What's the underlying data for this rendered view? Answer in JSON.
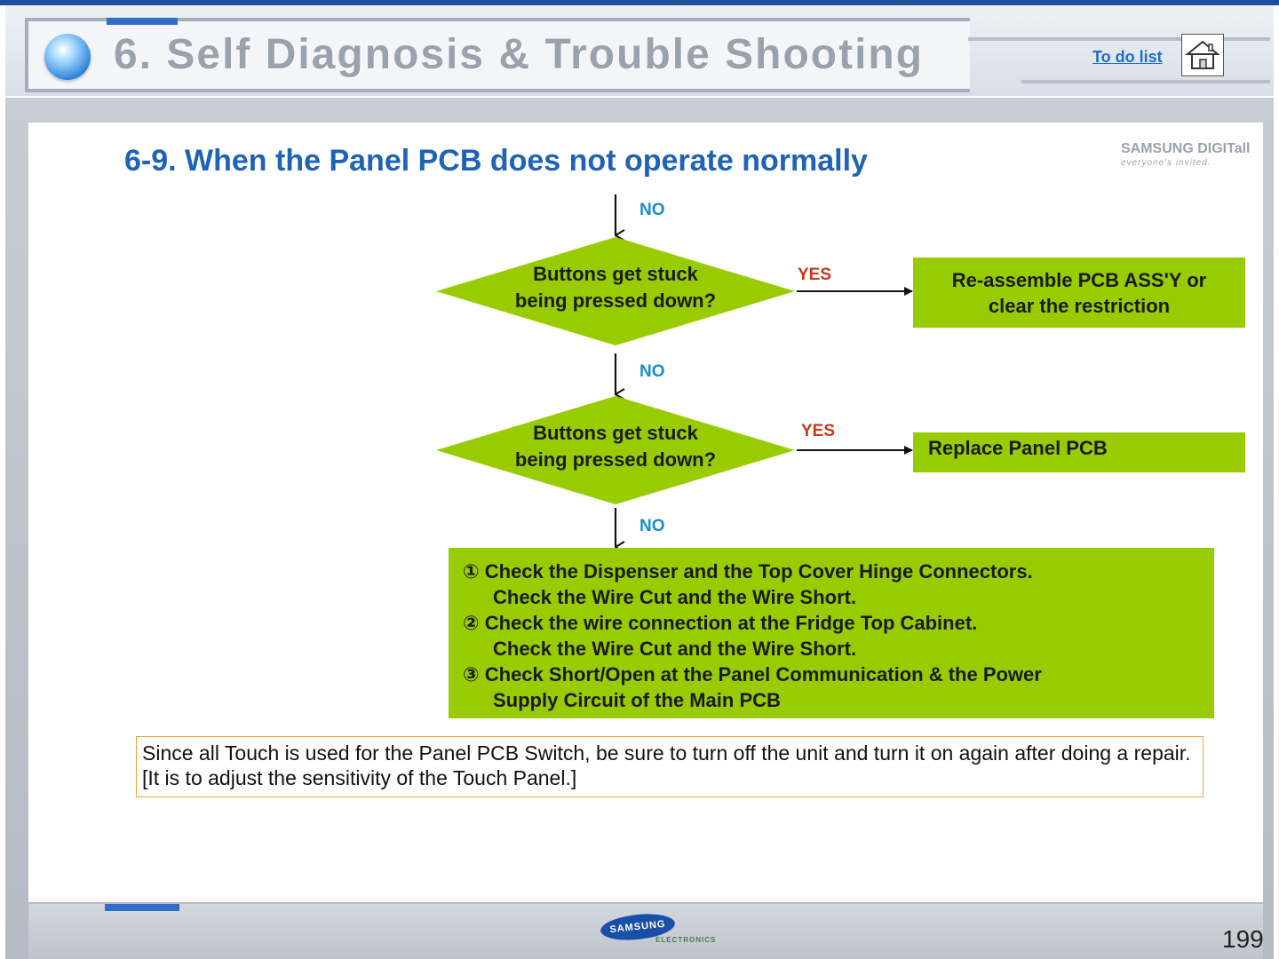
{
  "header": {
    "title": "6. Self Diagnosis & Trouble Shooting",
    "todo_link": "To do list"
  },
  "section": {
    "title": "6-9. When the Panel PCB does not operate normally"
  },
  "brand": {
    "top_logo": "SAMSUNG DIGITall",
    "top_logo_tagline": "everyone's invited.",
    "bottom_logo": "SAMSUNG",
    "bottom_logo_sub": "ELECTRONICS"
  },
  "flowchart": {
    "label_no_1": "NO",
    "decision_1": {
      "line1": "Buttons get stuck",
      "line2": "being pressed down?"
    },
    "label_yes_1": "YES",
    "action_1": {
      "line1": "Re-assemble PCB ASS'Y or",
      "line2": "clear the restriction"
    },
    "label_no_2": "NO",
    "decision_2": {
      "line1": "Buttons get stuck",
      "line2": "being pressed down?"
    },
    "label_yes_2": "YES",
    "action_2": "Replace Panel PCB",
    "label_no_3": "NO",
    "checklist": [
      {
        "main": "① Check the Dispenser and the Top Cover Hinge Connectors.",
        "sub": "Check the Wire Cut and the Wire Short."
      },
      {
        "main": "② Check the wire connection at the Fridge Top Cabinet.",
        "sub": "Check the Wire Cut and the Wire Short."
      },
      {
        "main": "③ Check Short/Open at the Panel Communication & the Power",
        "sub": "Supply Circuit of the Main PCB"
      }
    ]
  },
  "note": "Since all Touch is used for the Panel PCB Switch, be sure to turn off the unit and turn it on again after doing a repair. [It is to adjust the sensitivity of the Touch Panel.]",
  "page_number": "199",
  "colors": {
    "node_fill": "#99cc00",
    "title_blue": "#1e63b6",
    "yes_label": "#c4391a",
    "no_label": "#1a8ccf",
    "note_border": "#e8a632"
  },
  "icons": {
    "home": "home-icon",
    "orb": "globe-orb-icon"
  }
}
